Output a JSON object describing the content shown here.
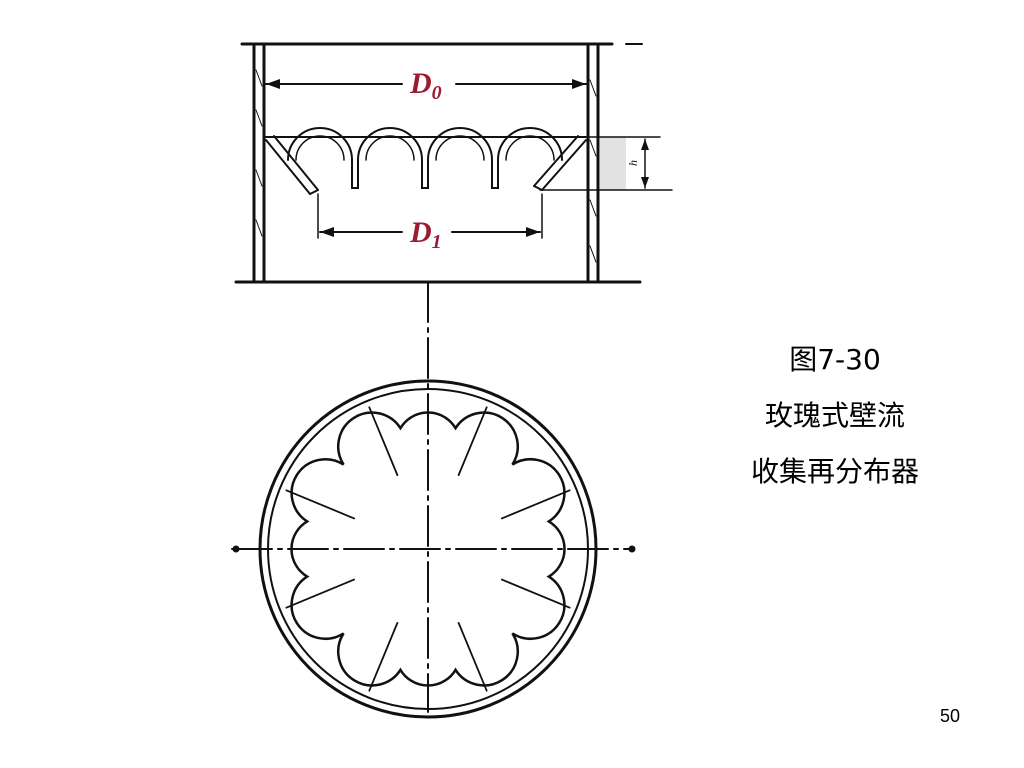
{
  "labels": {
    "d0_main": "D",
    "d0_sub": "0",
    "d1_main": "D",
    "d1_sub": "1",
    "h": "h"
  },
  "caption": {
    "figure_number": "图7-30",
    "line1": "玫瑰式壁流",
    "line2": "收集再分布器"
  },
  "page_number": "50",
  "colors": {
    "dimension_label": "#9b1b30",
    "line": "#111111"
  }
}
